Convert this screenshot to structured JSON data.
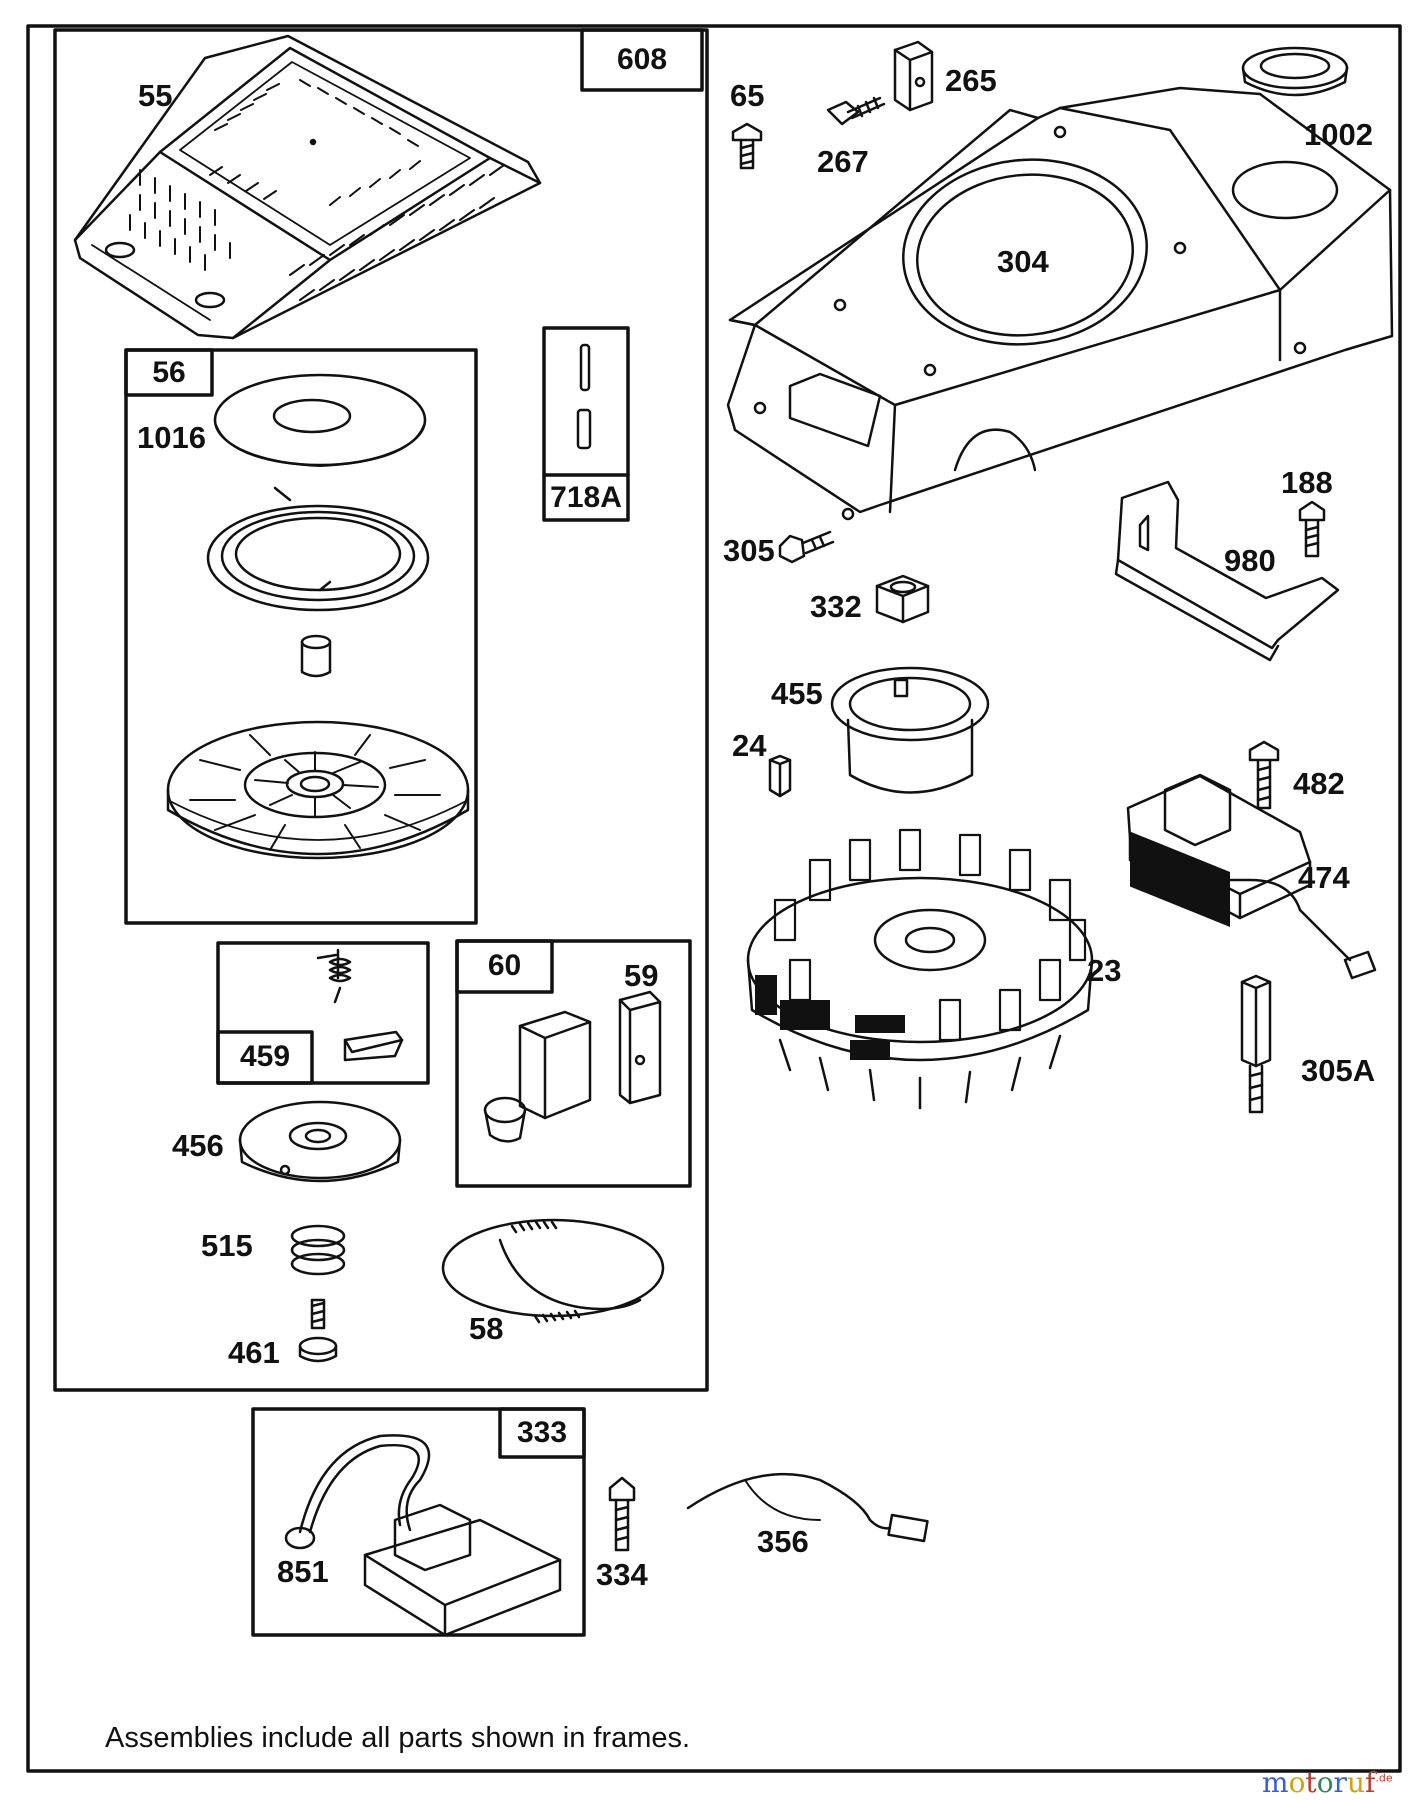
{
  "footnote": "Assemblies include all parts shown in frames.",
  "watermark": {
    "text": "motoruf",
    "suffix": ".de",
    "colors": [
      "#3a5fcd",
      "#d4a017",
      "#c0392b",
      "#2e8b57"
    ]
  },
  "frames": {
    "f608": "608",
    "f56": "56",
    "f718A": "718A",
    "f459": "459",
    "f60": "60",
    "f333": "333"
  },
  "parts": {
    "p55": "55",
    "p1016": "1016",
    "p456": "456",
    "p515": "515",
    "p461": "461",
    "p58": "58",
    "p59": "59",
    "p851": "851",
    "p334": "334",
    "p356": "356",
    "p65": "65",
    "p265": "265",
    "p267": "267",
    "p1002": "1002",
    "p304": "304",
    "p305": "305",
    "p332": "332",
    "p188": "188",
    "p980": "980",
    "p455": "455",
    "p24": "24",
    "p482": "482",
    "p474": "474",
    "p23": "23",
    "p305A": "305A"
  }
}
